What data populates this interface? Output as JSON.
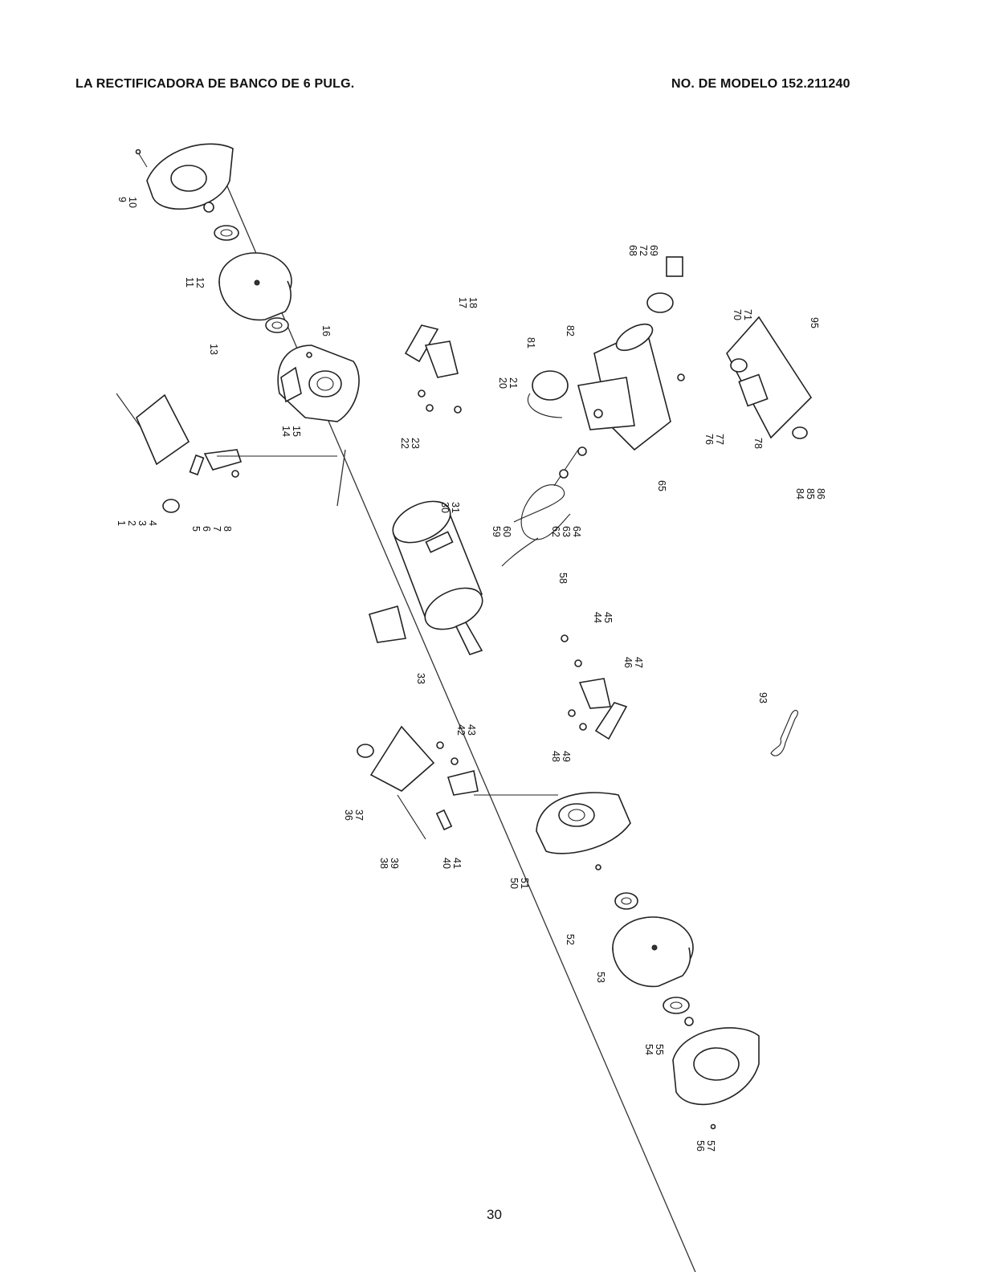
{
  "header": {
    "title": "LA RECTIFICADORA DE BANCO DE 6 PULG.",
    "model": "NO. DE MODELO 152.211240"
  },
  "page_number": "30",
  "part_numbers": [
    "1",
    "2",
    "3",
    "4",
    "5",
    "6",
    "7",
    "8",
    "9",
    "10",
    "11",
    "12",
    "13",
    "14",
    "15",
    "16",
    "17",
    "18",
    "20",
    "21",
    "22",
    "23",
    "30",
    "31",
    "33",
    "36",
    "37",
    "38",
    "39",
    "40",
    "41",
    "42",
    "43",
    "44",
    "45",
    "46",
    "47",
    "48",
    "49",
    "50",
    "51",
    "52",
    "53",
    "54",
    "55",
    "56",
    "57",
    "58",
    "59",
    "60",
    "62",
    "63",
    "64",
    "65",
    "68",
    "69",
    "70",
    "71",
    "72",
    "76",
    "77",
    "78",
    "81",
    "82",
    "84",
    "85",
    "86",
    "93",
    "95"
  ]
}
